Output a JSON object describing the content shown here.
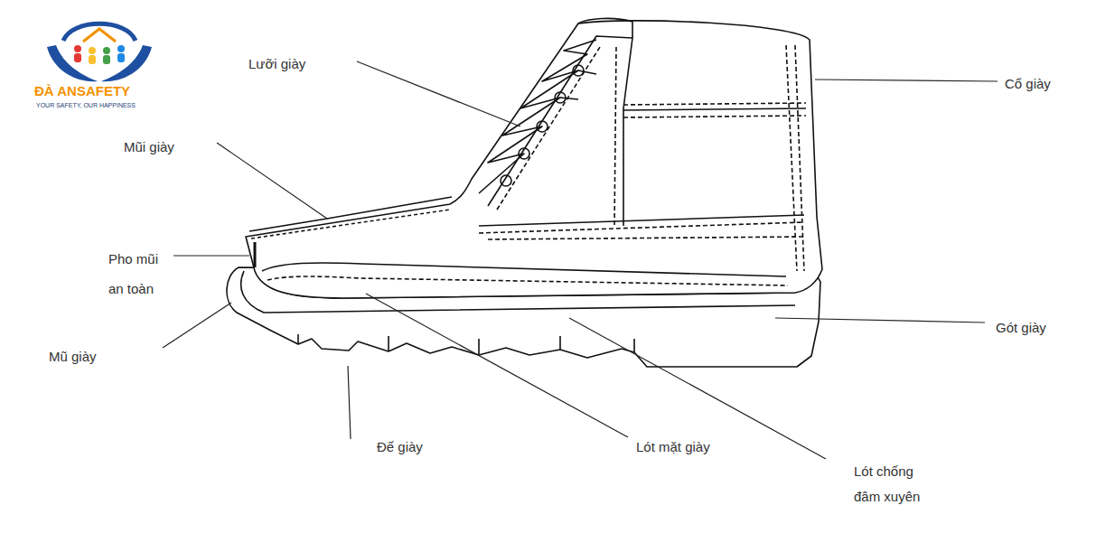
{
  "diagram": {
    "labels": [
      "ĐÀ ANSAFETY",
      "YOUR SAFETY, OUR HAPPINESS",
      "Lưỡi giày",
      "Cổ giày",
      "Mũi giày",
      "Pho mũi an toàn",
      "Mũ giày",
      "Gót giày",
      "Đế giày",
      "Lót mặt giày",
      "Lót chống đâm xuyên"
    ]
  }
}
